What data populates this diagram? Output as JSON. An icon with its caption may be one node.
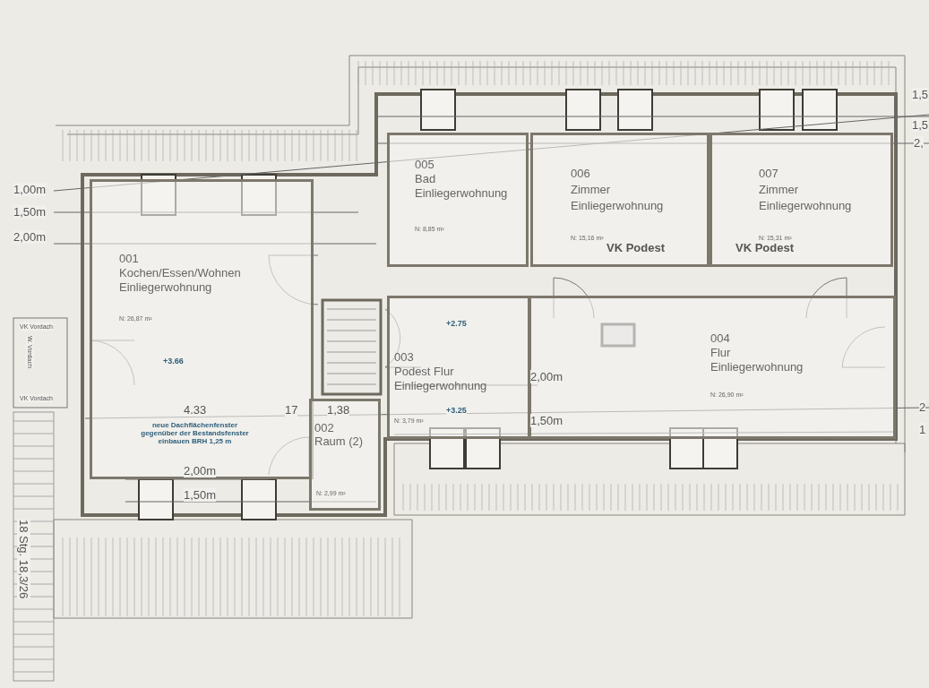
{
  "diagram": {
    "nodes": [
      {
        "text": [
          "001",
          "Kochen/Essen/Wohnen",
          "Einliegerwohnung",
          "N: 26,87 m²"
        ]
      },
      {
        "text": [
          "002",
          "Raum (2)",
          "N: 2,99 m²"
        ]
      },
      {
        "text": [
          "003",
          "Podest Flur",
          "Einliegerwohnung",
          "N: 3,79 m²"
        ]
      },
      {
        "text": [
          "004",
          "Flur",
          "Einliegerwohnung",
          "N: 26,90 m²"
        ]
      },
      {
        "text": [
          "005",
          "Bad",
          "Einliegerwohnung",
          "N: 8,85 m²"
        ]
      },
      {
        "text": [
          "006",
          "Zimmer",
          "Einliegerwohnung",
          "N: 15,16 m²",
          "VK  Podest"
        ]
      },
      {
        "text": [
          "007",
          "Zimmer",
          "Einliegerwohnung",
          "N: 15,31 m²",
          "VK  Podest"
        ]
      }
    ],
    "labels": [
      "1,5",
      "1,5",
      "2,",
      "1,00m",
      "1,50m",
      "2,00m",
      "VK Vordach",
      "W. Vordach",
      "+2.75",
      "+3.66",
      "2,00m",
      "VK Vordach",
      "4.33",
      "17",
      "1,38",
      "2",
      "+3.25",
      "1,50m",
      "1",
      "neue Dachflächenfenster gegenüber der Bestandsfenster einbauen BRH 1,25 m",
      "2,00m",
      "1,50m",
      "18 Stg. 18,3/26"
    ]
  }
}
